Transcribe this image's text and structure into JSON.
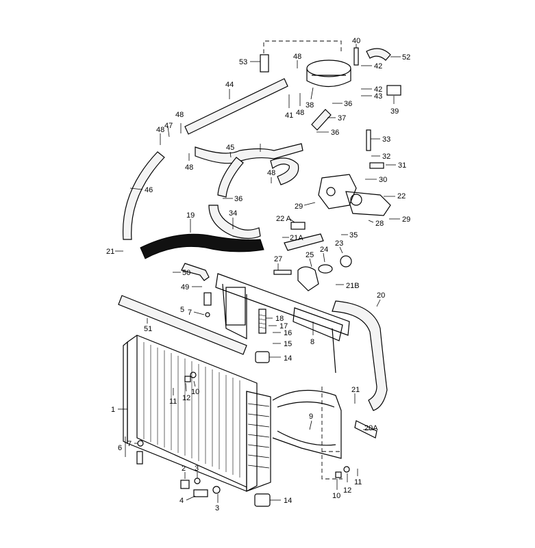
{
  "callouts": [
    "1",
    "2",
    "3",
    "3",
    "4",
    "5",
    "6",
    "7",
    "7",
    "8",
    "9",
    "10",
    "10",
    "11",
    "11",
    "12",
    "12",
    "14",
    "14",
    "15",
    "16",
    "17",
    "18",
    "19",
    "20",
    "20A",
    "21",
    "21",
    "21A",
    "21B",
    "22",
    "22 A",
    "23",
    "24",
    "25",
    "27",
    "28",
    "29",
    "29",
    "30",
    "31",
    "32",
    "33",
    "34",
    "35",
    "36",
    "36",
    "36",
    "37",
    "38",
    "39",
    "40",
    "41",
    "42",
    "42",
    "43",
    "44",
    "45",
    "46",
    "47",
    "48",
    "48",
    "48",
    "48",
    "48",
    "48",
    "49",
    "50",
    "51",
    "52",
    "53"
  ]
}
